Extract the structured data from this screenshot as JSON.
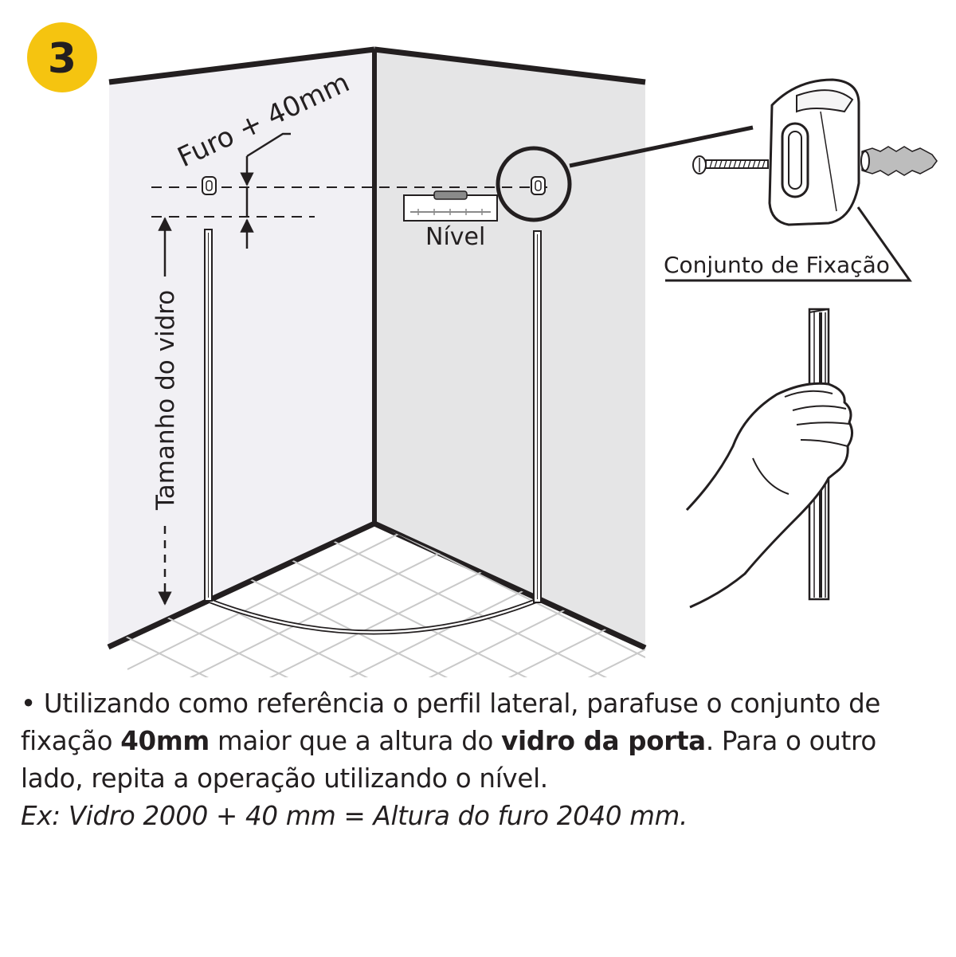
{
  "step": {
    "number": "3",
    "badge_color": "#f5c410"
  },
  "labels": {
    "hole_offset": "Furo + 40mm",
    "glass_size": "Tamanho do vidro",
    "level": "Nível",
    "fixing_kit": "Conjunto de Fixação"
  },
  "instructions": {
    "bullet": "•",
    "part1": " Utilizando como referência o perfil lateral, parafuse o conjunto de fixação ",
    "bold1": "40mm",
    "part2": " maior que a altura do ",
    "bold2": "vidro da porta",
    "part3": ". Para o outro lado, repita a operação utilizando o nível.",
    "example": "Ex: Vidro 2000 + 40 mm = Altura do furo 2040 mm."
  },
  "icons": [
    "screw-icon",
    "wall-plug-icon",
    "hand-icon",
    "spirit-level-icon"
  ]
}
